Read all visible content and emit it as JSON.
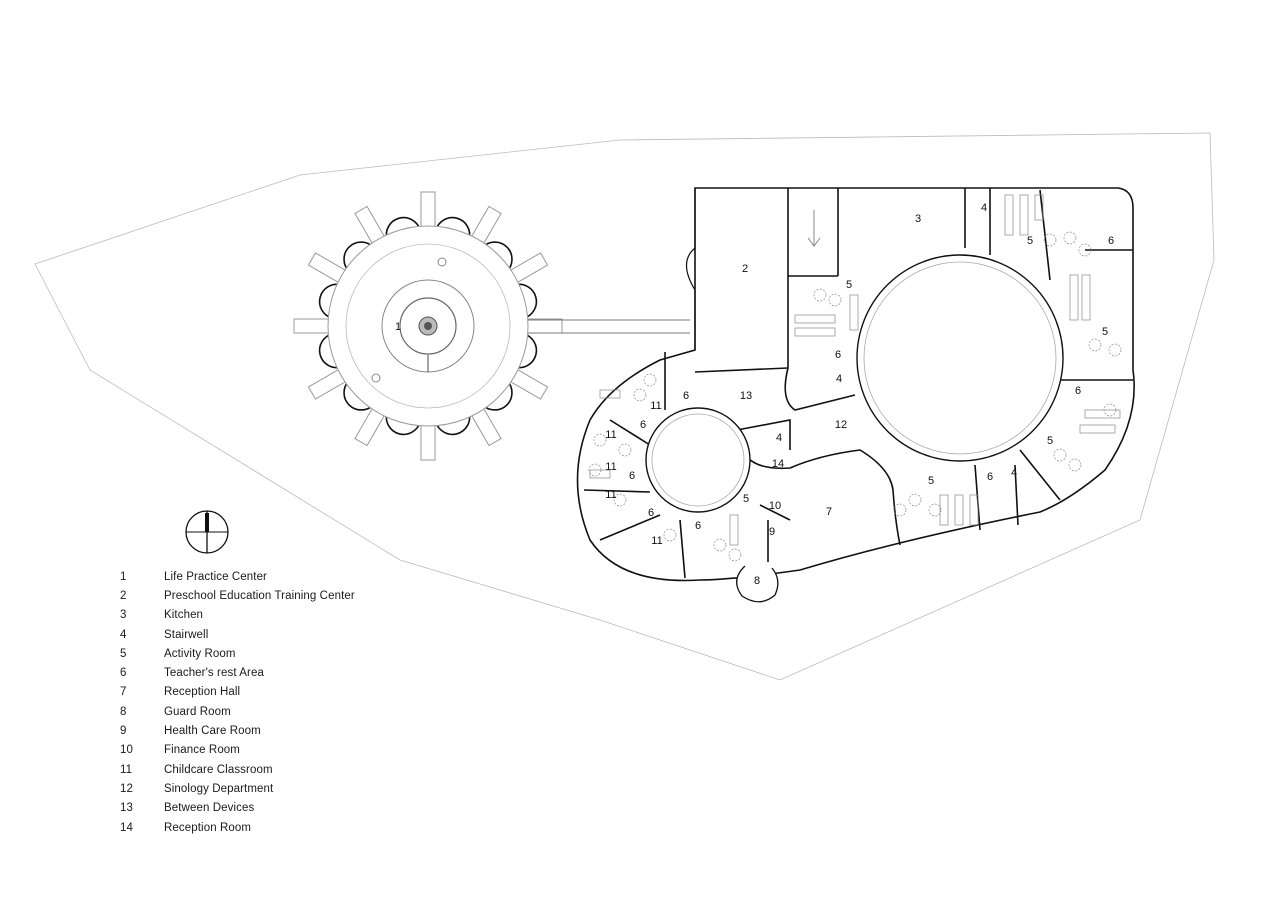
{
  "rooms": [
    {
      "id": "1",
      "label": "1"
    },
    {
      "id": "2",
      "label": "2"
    },
    {
      "id": "3",
      "label": "3"
    },
    {
      "id": "4",
      "label": "4"
    },
    {
      "id": "5",
      "label": "5"
    },
    {
      "id": "6",
      "label": "6"
    },
    {
      "id": "7",
      "label": "7"
    },
    {
      "id": "8",
      "label": "8"
    },
    {
      "id": "9",
      "label": "9"
    },
    {
      "id": "10",
      "label": "10"
    },
    {
      "id": "11",
      "label": "11"
    },
    {
      "id": "12",
      "label": "12"
    },
    {
      "id": "13",
      "label": "13"
    },
    {
      "id": "14",
      "label": "14"
    }
  ],
  "legend": [
    {
      "num": "1",
      "name": "Life Practice Center"
    },
    {
      "num": "2",
      "name": "Preschool Education Training Center"
    },
    {
      "num": "3",
      "name": "Kitchen"
    },
    {
      "num": "4",
      "name": "Stairwell"
    },
    {
      "num": "5",
      "name": "Activity Room"
    },
    {
      "num": "6",
      "name": "Teacher's rest Area"
    },
    {
      "num": "7",
      "name": "Reception Hall"
    },
    {
      "num": "8",
      "name": "Guard Room"
    },
    {
      "num": "9",
      "name": "Health Care Room"
    },
    {
      "num": "10",
      "name": "Finance Room"
    },
    {
      "num": "11",
      "name": "Childcare Classroom"
    },
    {
      "num": "12",
      "name": "Sinology Department"
    },
    {
      "num": "13",
      "name": "Between Devices"
    },
    {
      "num": "14",
      "name": "Reception Room"
    }
  ],
  "icons": {
    "north": "north-arrow-icon"
  }
}
